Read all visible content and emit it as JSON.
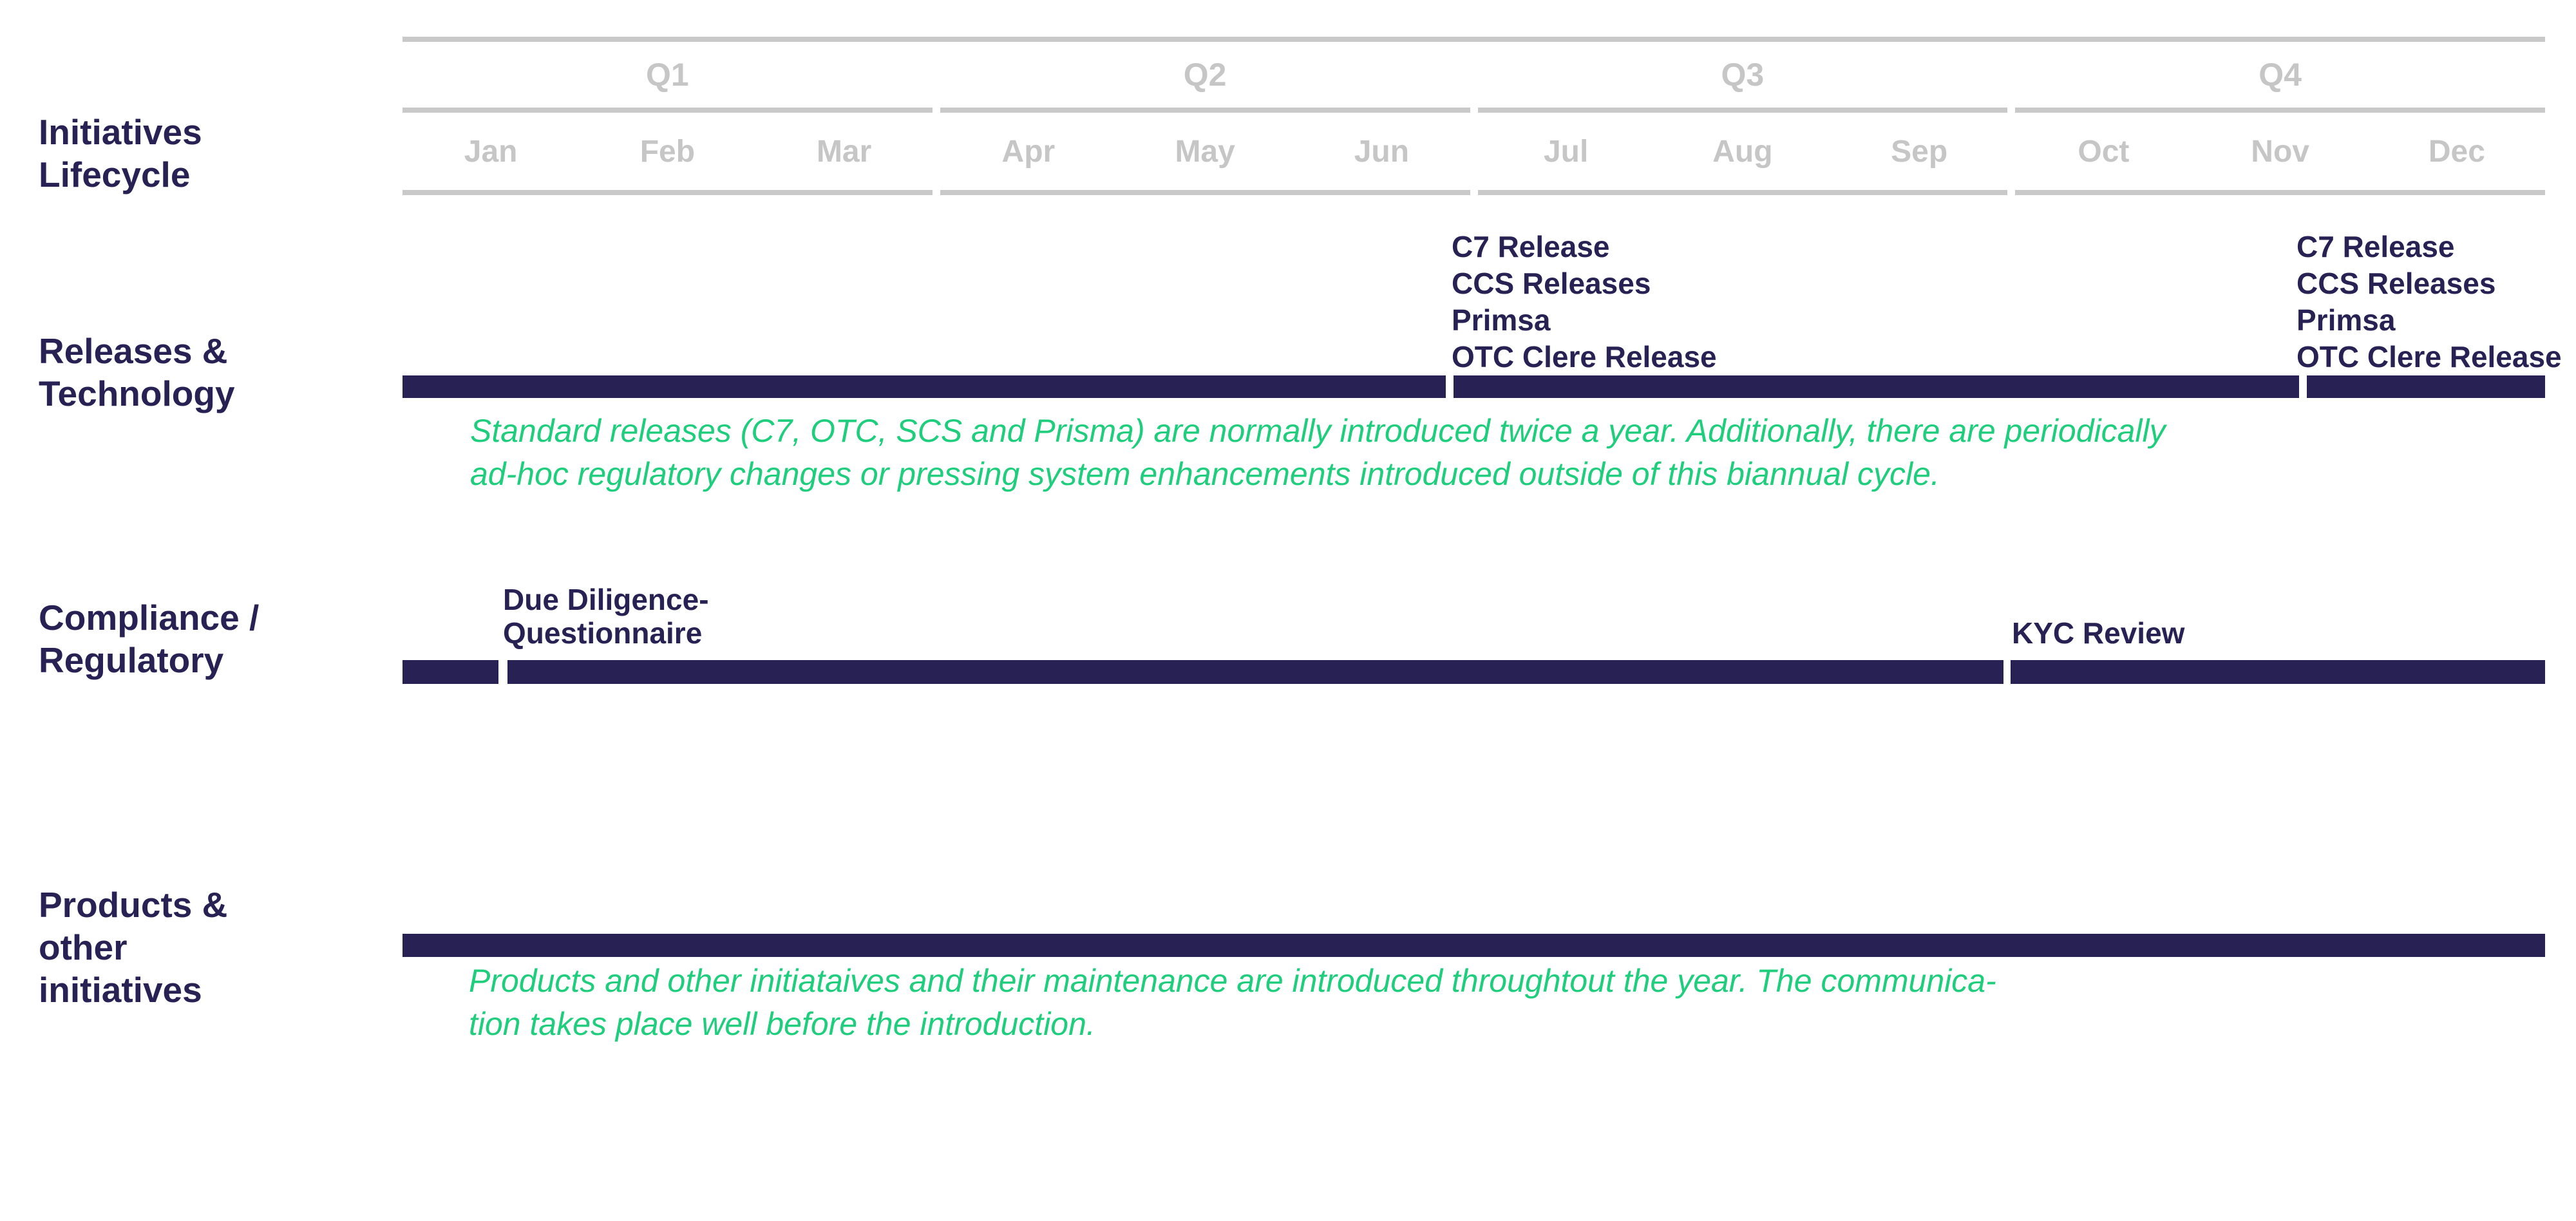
{
  "title": {
    "text": "Initiatives\nLifecycle"
  },
  "timeline": {
    "quarters": [
      {
        "label": "Q1",
        "months": [
          "Jan",
          "Feb",
          "Mar"
        ]
      },
      {
        "label": "Q2",
        "months": [
          "Apr",
          "May",
          "Jun"
        ]
      },
      {
        "label": "Q3",
        "months": [
          "Jul",
          "Aug",
          "Sep"
        ]
      },
      {
        "label": "Q4",
        "months": [
          "Oct",
          "Nov",
          "Dec"
        ]
      }
    ]
  },
  "rows": {
    "releases": {
      "label": "Releases &\nTechnology",
      "milestone_mid_year": "C7 Release\nCCS Releases\nPrimsa\nOTC Clere Release",
      "milestone_year_end": "C7 Release\nCCS Releases\nPrimsa\nOTC Clere Release",
      "note": "Standard releases (C7, OTC, SCS and Prisma) are normally introduced twice a year. Additionally, there are periodically\nad-hoc regulatory changes or pressing system enhancements introduced outside of this biannual cycle."
    },
    "compliance": {
      "label": "Compliance /\nRegulatory",
      "milestone_start": "Due Diligence-\nQuestionnaire",
      "milestone_q4": "KYC Review"
    },
    "products": {
      "label": "Products &\nother\ninitiatives",
      "note": "Products and other initiataives and their maintenance are introduced throughtout the year. The communica-\ntion takes place well before the introduction."
    }
  },
  "colors": {
    "navy": "#282254",
    "green": "#1fce7c",
    "gray_lines": "#c9c9c9",
    "gray_text": "#c6c6c6"
  }
}
